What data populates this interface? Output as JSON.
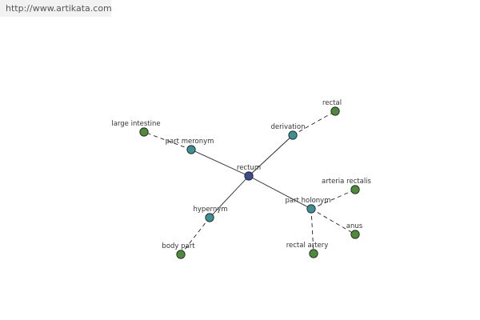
{
  "header": {
    "url": "http://www.artikata.com"
  },
  "graph": {
    "colors": {
      "center": "#3b4d8e",
      "relation": "#3e8f93",
      "term": "#4f8a3c",
      "edge": "#222222"
    },
    "nodes": [
      {
        "id": "rectum",
        "label": "rectum",
        "kind": "center"
      },
      {
        "id": "part-meronym",
        "label": "part meronym",
        "kind": "relation"
      },
      {
        "id": "derivation",
        "label": "derivation",
        "kind": "relation"
      },
      {
        "id": "hypernym",
        "label": "hypernym",
        "kind": "relation"
      },
      {
        "id": "part-holonym",
        "label": "part holonym",
        "kind": "relation"
      },
      {
        "id": "large-intestine",
        "label": "large intestine",
        "kind": "term"
      },
      {
        "id": "rectal",
        "label": "rectal",
        "kind": "term"
      },
      {
        "id": "body-part",
        "label": "body part",
        "kind": "term"
      },
      {
        "id": "arteria-rectalis",
        "label": "arteria rectalis",
        "kind": "term"
      },
      {
        "id": "anus",
        "label": "anus",
        "kind": "term"
      },
      {
        "id": "rectal-artery",
        "label": "rectal artery",
        "kind": "term"
      }
    ],
    "edges": [
      {
        "from": "rectum",
        "to": "part-meronym",
        "style": "solid"
      },
      {
        "from": "rectum",
        "to": "derivation",
        "style": "solid"
      },
      {
        "from": "rectum",
        "to": "hypernym",
        "style": "solid"
      },
      {
        "from": "rectum",
        "to": "part-holonym",
        "style": "solid"
      },
      {
        "from": "part-meronym",
        "to": "large-intestine",
        "style": "dashed"
      },
      {
        "from": "derivation",
        "to": "rectal",
        "style": "dashed"
      },
      {
        "from": "hypernym",
        "to": "body-part",
        "style": "dashed"
      },
      {
        "from": "part-holonym",
        "to": "arteria-rectalis",
        "style": "dashed"
      },
      {
        "from": "part-holonym",
        "to": "anus",
        "style": "dashed"
      },
      {
        "from": "part-holonym",
        "to": "rectal-artery",
        "style": "dashed"
      }
    ]
  }
}
